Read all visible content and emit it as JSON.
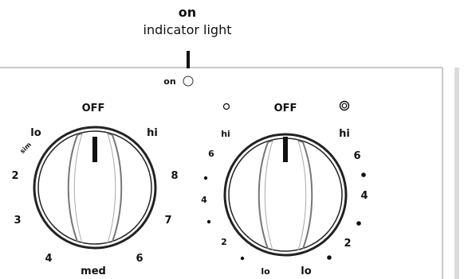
{
  "callout": {
    "title": "on",
    "subtitle": "indicator light"
  },
  "indicator": {
    "label": "on"
  },
  "left_knob": {
    "top_label": "OFF",
    "labels": {
      "lo": "lo",
      "sim": "sim",
      "hi": "hi",
      "two": "2",
      "three": "3",
      "four": "4",
      "med": "med",
      "six": "6",
      "seven": "7",
      "eight": "8"
    }
  },
  "right_knob": {
    "top_label": "OFF",
    "labels": {
      "left_hi": "hi",
      "right_hi": "hi",
      "left_6": "6",
      "left_4": "4",
      "left_2": "2",
      "left_lo": "lo",
      "right_lo": "lo",
      "right_2": "2",
      "right_4": "4",
      "right_6": "6"
    },
    "small_element_symbol": "small-element-icon",
    "large_element_symbol": "dual-element-icon"
  },
  "colors": {
    "ink": "#111111",
    "panel_border": "#c8c8c8",
    "knob_ring": "#444444"
  }
}
